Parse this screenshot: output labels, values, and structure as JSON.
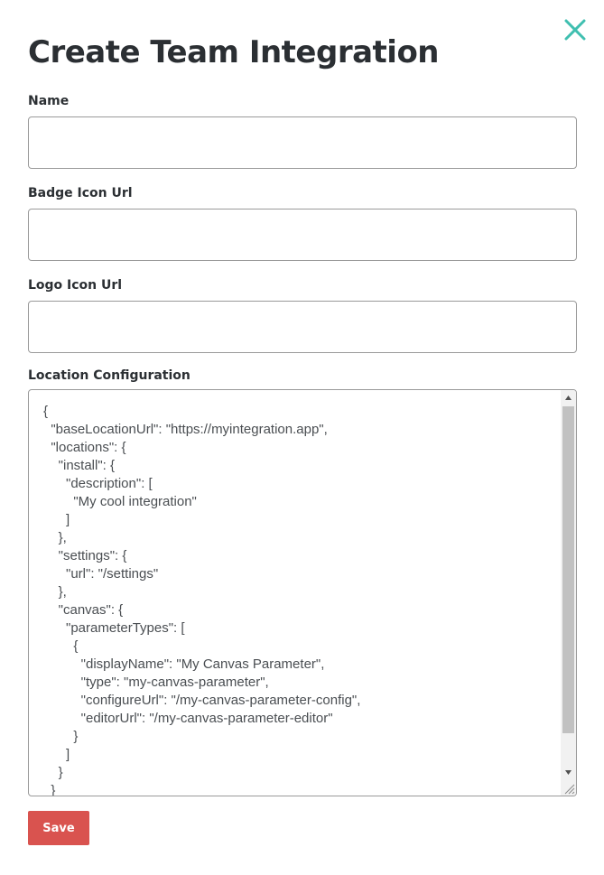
{
  "dialog": {
    "title": "Create Team Integration",
    "close_icon": "close-x-icon",
    "accent_color": "#3fbfb0"
  },
  "form": {
    "name": {
      "label": "Name",
      "value": "",
      "placeholder": ""
    },
    "badge_icon_url": {
      "label": "Badge Icon Url",
      "value": "",
      "placeholder": ""
    },
    "logo_icon_url": {
      "label": "Logo Icon Url",
      "value": "",
      "placeholder": ""
    },
    "location_configuration": {
      "label": "Location Configuration",
      "value": "{\n  \"baseLocationUrl\": \"https://myintegration.app\",\n  \"locations\": {\n    \"install\": {\n      \"description\": [\n        \"My cool integration\"\n      ]\n    },\n    \"settings\": {\n      \"url\": \"/settings\"\n    },\n    \"canvas\": {\n      \"parameterTypes\": [\n        {\n          \"displayName\": \"My Canvas Parameter\",\n          \"type\": \"my-canvas-parameter\",\n          \"configureUrl\": \"/my-canvas-parameter-config\",\n          \"editorUrl\": \"/my-canvas-parameter-editor\"\n        }\n      ]\n    }\n  }"
    },
    "save_label": "Save",
    "save_color": "#d9534f"
  }
}
